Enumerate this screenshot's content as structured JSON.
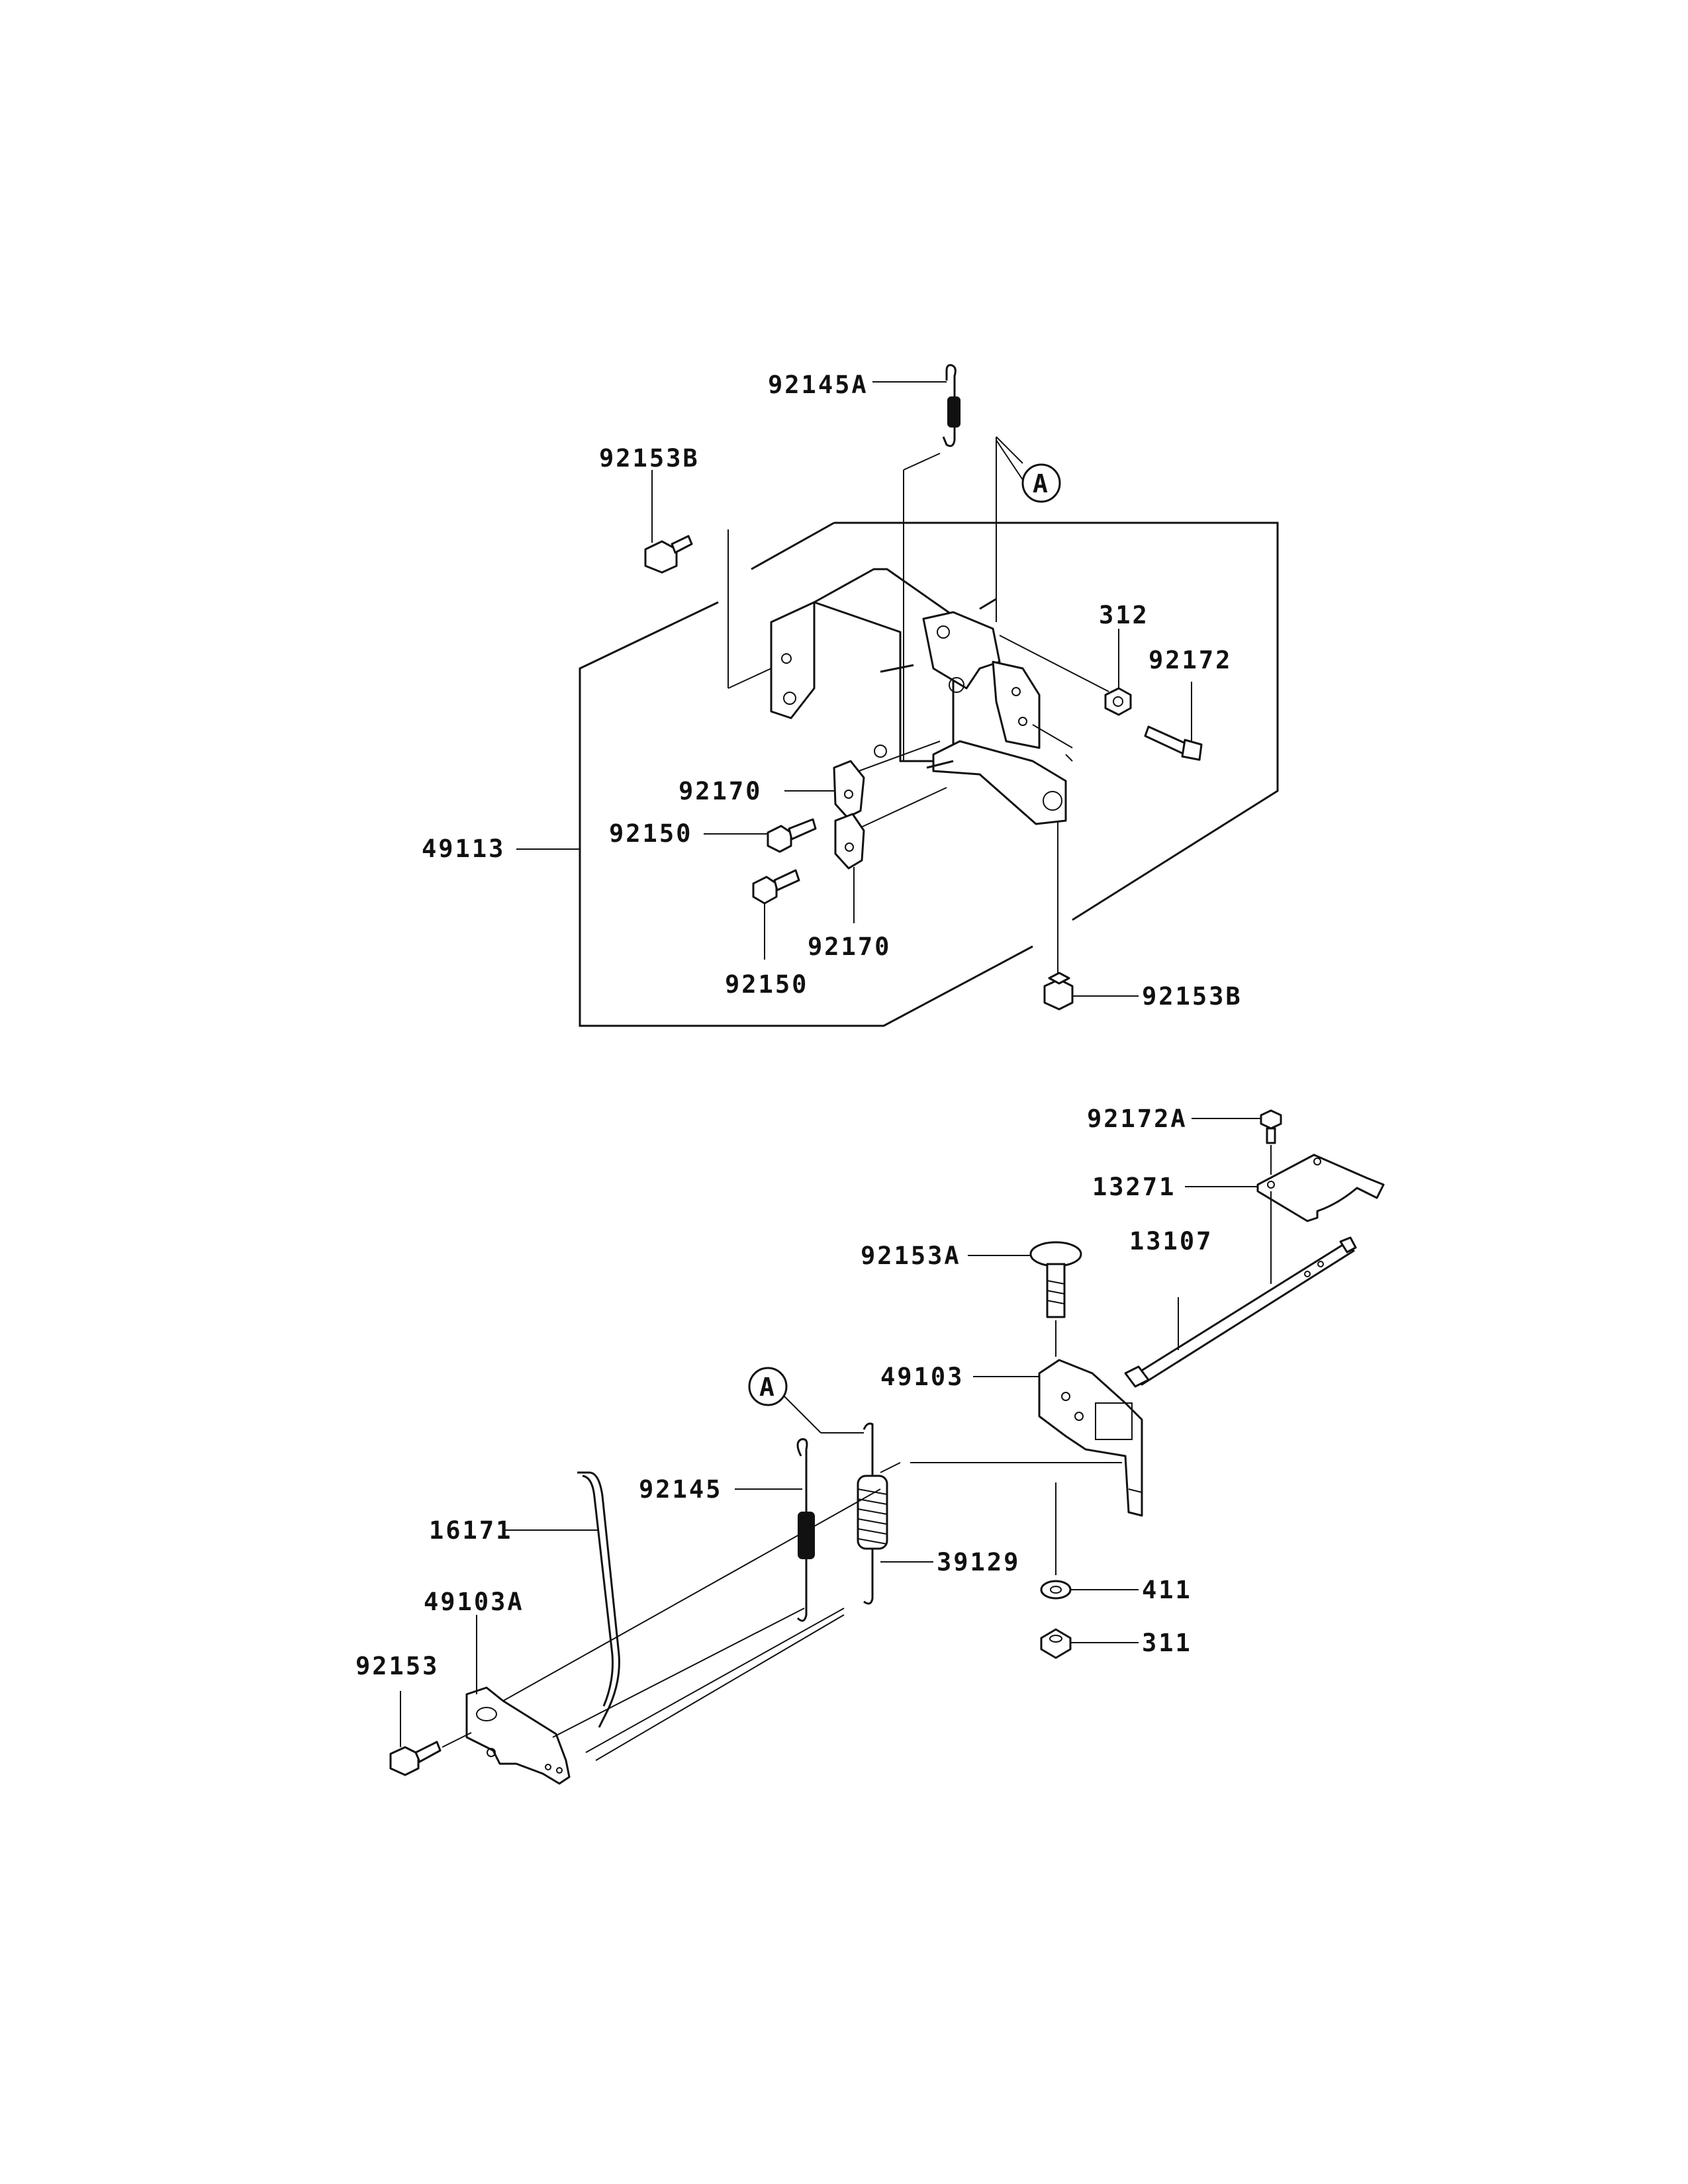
{
  "labels": {
    "p92145A": "92145A",
    "p92153B_top": "92153B",
    "p312": "312",
    "p92172": "92172",
    "p92170_a": "92170",
    "p92150_a": "92150",
    "p49113": "49113",
    "p92170_b": "92170",
    "p92150_b": "92150",
    "p92153B_bot": "92153B",
    "p92172A": "92172A",
    "p13271": "13271",
    "p92153A": "92153A",
    "p13107": "13107",
    "p49103": "49103",
    "p92145": "92145",
    "p16171": "16171",
    "p39129": "39129",
    "p49103A": "49103A",
    "p411": "411",
    "p92153": "92153",
    "p311": "311"
  },
  "callouts": {
    "top_A": "A",
    "bottom_A": "A"
  }
}
